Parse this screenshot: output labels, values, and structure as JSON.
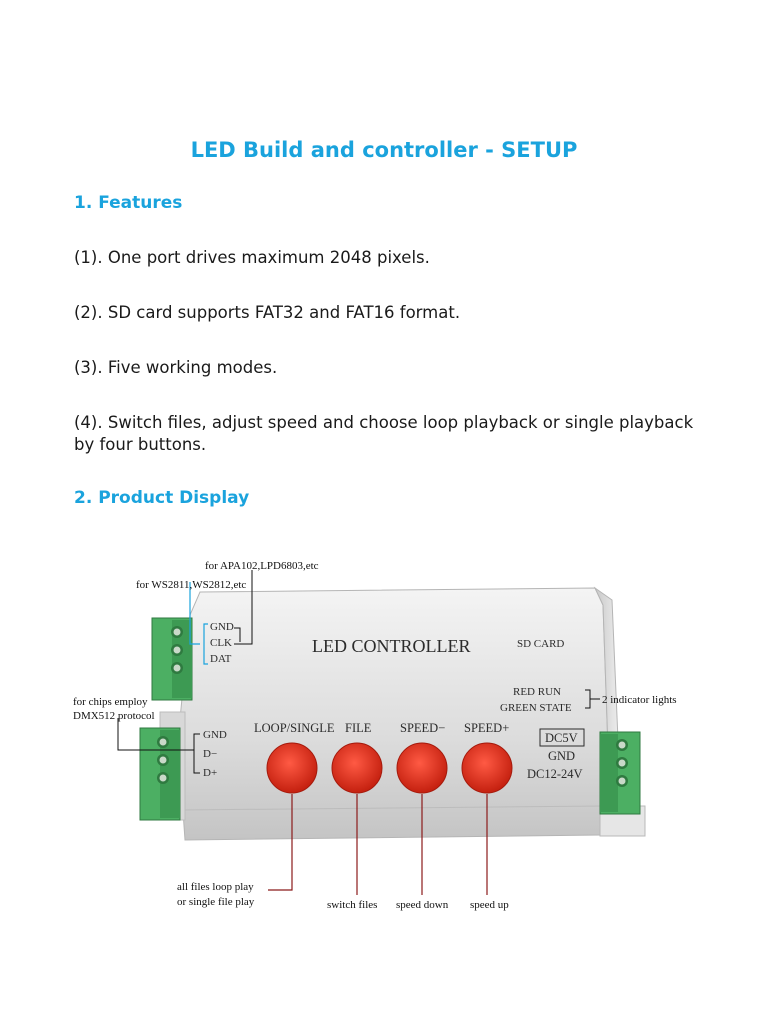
{
  "doc": {
    "title": "LED Build and controller - SETUP",
    "sections": [
      {
        "heading": "1. Features",
        "items": [
          "(1). One port drives maximum 2048 pixels.",
          "(2). SD card supports FAT32 and FAT16 format.",
          "(3). Five working modes.",
          "(4). Switch files, adjust speed and choose loop playback or single playback by four buttons."
        ]
      },
      {
        "heading": "2. Product Display"
      }
    ]
  },
  "figure": {
    "panel_title": "LED CONTROLLER",
    "sd_card": "SD CARD",
    "left_top_pins": [
      "GND",
      "CLK",
      "DAT"
    ],
    "left_mid_pins": [
      "GND",
      "D−",
      "D+"
    ],
    "annotations": {
      "apa": "for APA102,LPD6803,etc",
      "ws": "for WS2811,WS2812,etc",
      "dmx_line1": "for chips employ",
      "dmx_line2": "DMX512 protocol",
      "indicator": "2 indicator lights"
    },
    "indicators": [
      "RED RUN",
      "GREEN STATE"
    ],
    "button_labels": [
      "LOOP/SINGLE",
      "FILE",
      "SPEED−",
      "SPEED+"
    ],
    "power": {
      "dc5v": "DC5V",
      "gnd": "GND",
      "range": "DC12-24V"
    },
    "callouts": {
      "loop_line1": "all files loop play",
      "loop_line2": "or single file play",
      "switch": "switch files",
      "down": "speed down",
      "up": "speed up"
    },
    "colors": {
      "accent": "#1aa3dd",
      "button": "#e0331f",
      "terminal": "#4caf63",
      "callout_line": "#8b1a1a"
    }
  }
}
